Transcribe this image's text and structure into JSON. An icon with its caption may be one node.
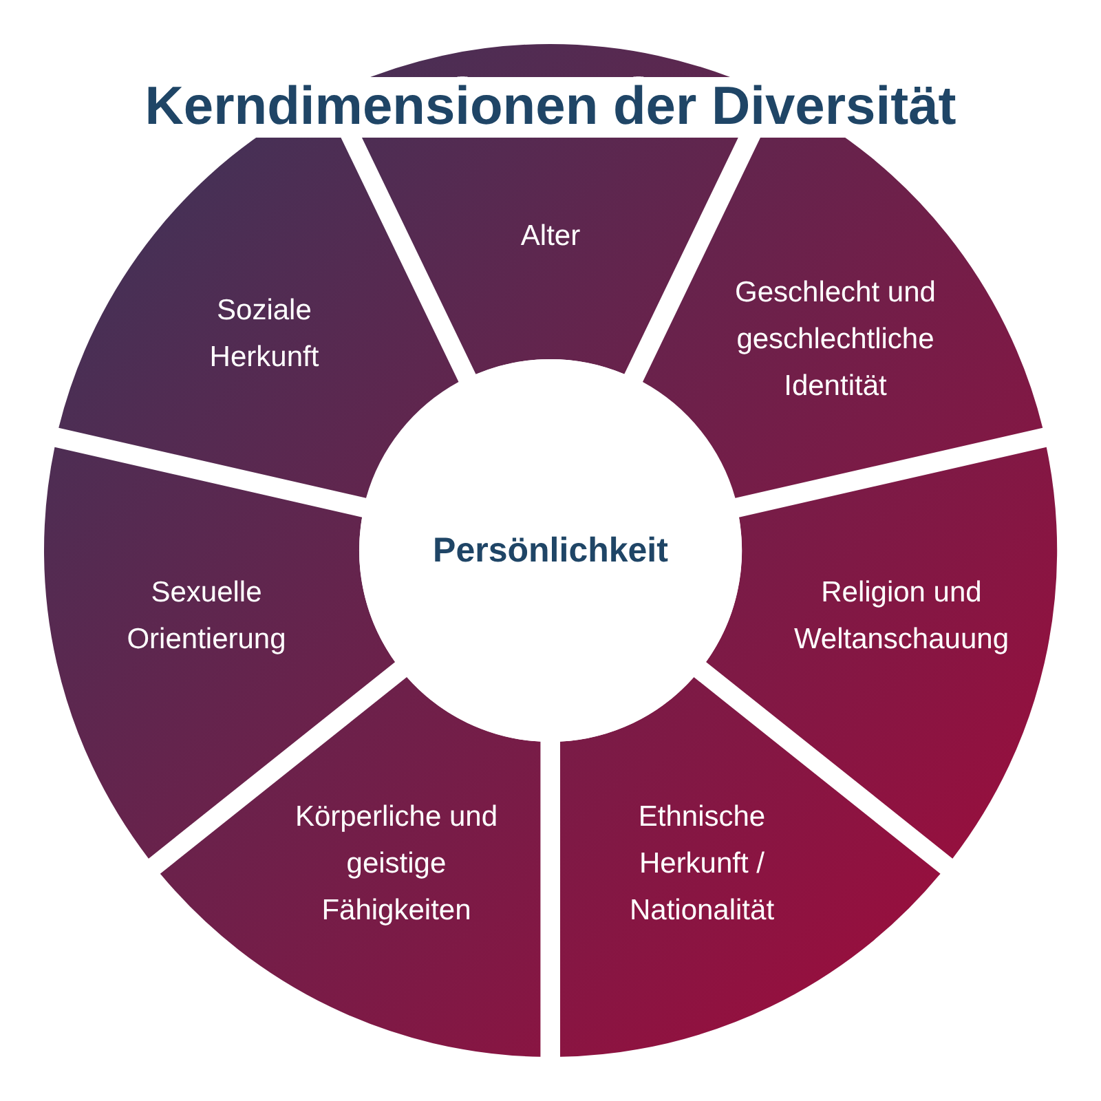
{
  "diagram": {
    "title": "Kerndimensionen der Diversität",
    "nodes": [
      {
        "text": [
          "Persönlichkeit"
        ]
      },
      {
        "text": [
          "Alter"
        ]
      },
      {
        "text": [
          "Geschlecht und geschlechtliche Identität"
        ]
      },
      {
        "text": [
          "Religion und Weltanschauung"
        ]
      },
      {
        "text": [
          "Ethnische Herkunft / Nationalität"
        ]
      },
      {
        "text": [
          "Körperliche und geistige Fähigkeiten"
        ]
      },
      {
        "text": [
          "Sexuelle Orientierung"
        ]
      },
      {
        "text": [
          "Soziale Herkunft"
        ]
      }
    ]
  }
}
